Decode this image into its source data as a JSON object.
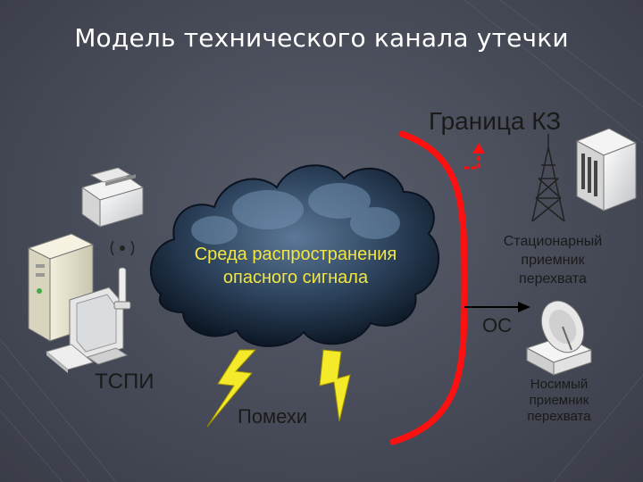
{
  "title": "Модель технического канала утечки",
  "labels": {
    "boundary": "Граница КЗ",
    "cloud_line1": "Среда распространения",
    "cloud_line2": "опасного сигнала",
    "source": "ТСПИ",
    "interference": "Помехи",
    "os": "ОС",
    "stationary_line1": "Стационарный",
    "stationary_line2": "приемник",
    "stationary_line3": "перехвата",
    "portable_line1": "Носимый",
    "portable_line2": "приемник",
    "portable_line3": "перехвата"
  },
  "colors": {
    "boundary": "#ff1010",
    "cloud_text": "#f2e641",
    "lightning": "#f5ea2a",
    "background": "#474b58"
  },
  "icons": [
    "printer-icon",
    "pc-tower-icon",
    "monitor-icon",
    "keyboard-icon",
    "antenna-icon",
    "radio-tower-icon",
    "server-building-icon",
    "satellite-dish-icon",
    "lightning-icon"
  ]
}
